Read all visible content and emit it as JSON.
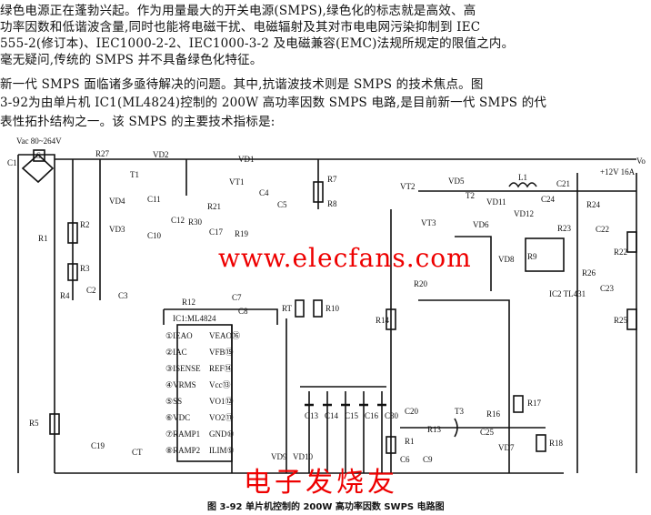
{
  "text": {
    "l1": "        绿色电源正在蓬勃兴起。作为用量最大的开关电源(SMPS),绿色化的标志就是高效、高",
    "l2": "功率因数和低谐波含量,同时也能将电磁干扰、电磁辐射及其对市电电网污染抑制到 IEC",
    "l3": "555-2(修订本)、IEC1000-2-2、IEC1000-3-2 及电磁兼容(EMC)法规所规定的限值之内。",
    "l4": "毫无疑问,传统的 SMPS 并不具备绿色化特征。",
    "l5": "        新一代 SMPS 面临诸多亟待解决的问题。其中,抗谐波技术则是 SMPS 的技术焦点。图",
    "l6": "3-92为由单片机 IC1(ML4824)控制的 200W 高功率因数 SMPS 电路,是目前新一代 SMPS 的代",
    "l7": "表性拓扑结构之一。该 SMPS 的主要技术指标是:"
  },
  "diagram": {
    "input": "Vac 80~264V",
    "out": "+12V 16A",
    "vo": "Vo",
    "ic": "IC1:ML4824",
    "ic2": "IC2 TL431",
    "pins_left": [
      "①IEAO",
      "②IAC",
      "③ISENSE",
      "④VRMS",
      "⑤SS",
      "⑥VDC",
      "⑦RAMP1",
      "⑧RAMP2"
    ],
    "pins_right": [
      "VEAO⑯",
      "VFB⑮",
      "REF⑭",
      "Vcc⑬",
      "VO1⑫",
      "VO2⑪",
      "GND⑩",
      "ILIM⑨"
    ],
    "parts": [
      "C1",
      "S",
      "R1",
      "R2",
      "R3",
      "R4",
      "C2",
      "C3",
      "R5",
      "C19",
      "R27",
      "VD2",
      "T1",
      "VD4",
      "C11",
      "VD3",
      "C10",
      "C12",
      "VD1",
      "VT1",
      "R21",
      "C4",
      "C5",
      "R30",
      "R19",
      "C17",
      "R7",
      "R8",
      "R12",
      "C7",
      "C8",
      "RT",
      "R10",
      "R14",
      "VD9",
      "VD10",
      "C13",
      "C14",
      "C15",
      "C16",
      "C30",
      "C6",
      "R1",
      "C9",
      "C20",
      "R13",
      "T3",
      "R16",
      "C25",
      "VD7",
      "R17",
      "R18",
      "VT2",
      "VT3",
      "VD5",
      "VD6",
      "T2",
      "VD11",
      "VD12",
      "L1",
      "C21",
      "C24",
      "C22",
      "R23",
      "R24",
      "R22",
      "R20",
      "VD8",
      "R9",
      "C23",
      "R26",
      "R25",
      "CT"
    ],
    "watermark": "www.elecfans.com"
  },
  "watermark_cn": "电子发烧友",
  "caption": "图 3-92 单片机控制的 200W 高功率因数 SWPS 电路图"
}
